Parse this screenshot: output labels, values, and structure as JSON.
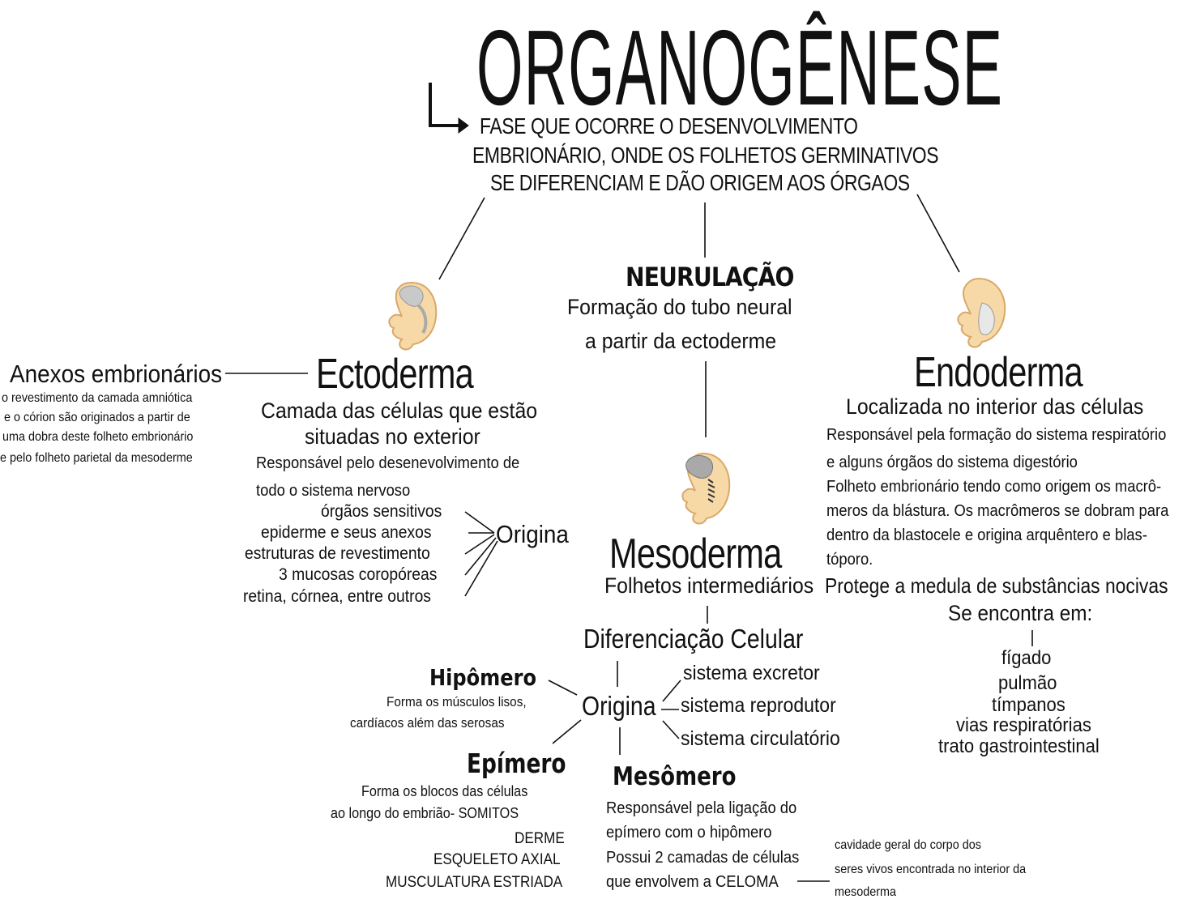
{
  "title": "ORGANOGÊNESE",
  "definition": {
    "lines": [
      "FASE QUE OCORRE O DESENVOLVIMENTO",
      "EMBRIONÁRIO, ONDE OS FOLHETOS GERMINATIVOS",
      "SE DIFERENCIAM E DÃO ORIGEM AOS ÓRGAOS"
    ]
  },
  "neurulacao": {
    "title": "NEURULAÇÃO",
    "lines": [
      "Formação do tubo neural",
      "a partir da ectoderme"
    ]
  },
  "ectoderma": {
    "title": "Ectoderma",
    "subtitle_lines": [
      "Camada das células que estão",
      "situadas no exterior"
    ],
    "resp_lines": [
      "Responsável pelo desenevolvimento de",
      "todo o sistema nervoso"
    ],
    "origina": "Origina",
    "origina_items": [
      "órgãos sensitivos",
      "epiderme e seus anexos",
      "estruturas de revestimento",
      "3 mucosas coropóreas",
      "retina, córnea, entre outros"
    ]
  },
  "anexos": {
    "title": "Anexos embrionários",
    "lines": [
      "o revestimento da camada amniótica",
      "e o córion são originados a partir de",
      "uma dobra deste folheto embrionário",
      "e pelo folheto parietal da mesoderme"
    ]
  },
  "endoderma": {
    "title": "Endoderma",
    "subtitle": "Localizada no interior das células",
    "lines": [
      "Responsável pela formação do sistema respiratório",
      "e  alguns  órgãos do sistema digestório",
      "Folheto embrionário tendo como origem os macrô-",
      "meros da blástura. Os macrômeros se dobram para",
      "dentro da blastocele e origina arquêntero e blas-",
      "tóporo."
    ],
    "protege": "Protege a medula de substâncias nocivas",
    "encontra": "Se encontra em:",
    "locais": [
      "fígado",
      "pulmão",
      "tímpanos",
      "vias respiratórias",
      "trato gastrointestinal"
    ]
  },
  "mesoderma": {
    "title": "Mesoderma",
    "subtitle": "Folhetos intermediários",
    "diferenciacao": "Diferenciação Celular",
    "origina": "Origina",
    "sistemas": [
      "sistema excretor",
      "sistema reprodutor",
      "sistema circulatório"
    ],
    "hipomero": {
      "title": "Hipômero",
      "lines": [
        "Forma os músculos lisos,",
        "cardíacos além das serosas"
      ]
    },
    "epimero": {
      "title": "Epímero",
      "lines": [
        "Forma os blocos das células",
        "ao longo do embrião- SOMITOS"
      ],
      "items": [
        "DERME",
        "ESQUELETO AXIAL",
        "MUSCULATURA ESTRIADA"
      ]
    },
    "mesomero": {
      "title": "Mesômero",
      "lines": [
        "Responsável pela ligação do",
        "epímero com o hipômero",
        "Possui 2 camadas de células",
        "que envolvem a CELOMA"
      ]
    },
    "celoma_note": [
      "cavidade geral do corpo dos",
      "seres vivos encontrada no interior da",
      "mesoderma"
    ]
  },
  "colors": {
    "embryo_skin": "#f7d9a8",
    "embryo_outline": "#d9a86a",
    "embryo_inner": "#c9c9c9",
    "text": "#111111"
  }
}
